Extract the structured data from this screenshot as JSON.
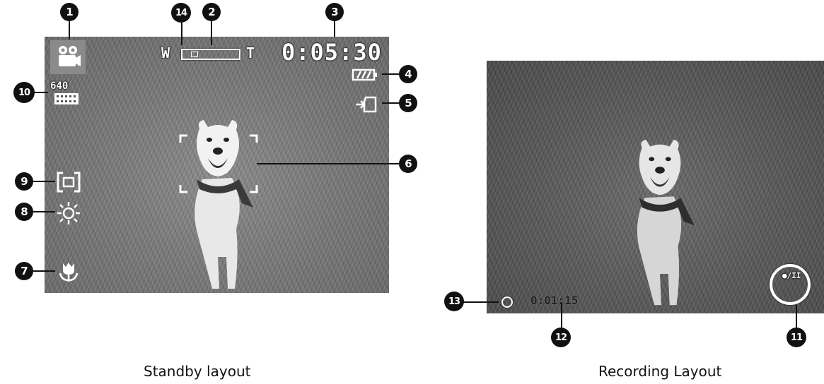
{
  "standby": {
    "caption": "Standby layout",
    "zoom": {
      "wide_label": "W",
      "tele_label": "T"
    },
    "time_remaining": "0:05:30",
    "resolution_label": "640",
    "icons": {
      "mode": "movie-mode-icon",
      "battery": "battery-icon",
      "storage": "internal-memory-icon",
      "focus": "focus-area-icon",
      "white_balance": "sun-icon",
      "macro": "macro-icon"
    }
  },
  "recording": {
    "caption": "Recording Layout",
    "elapsed_time": "0:01:15",
    "record_pause_label": "●/II"
  },
  "callouts": [
    "1",
    "2",
    "3",
    "4",
    "5",
    "6",
    "7",
    "8",
    "9",
    "10",
    "11",
    "12",
    "13",
    "14"
  ],
  "colors": {
    "callout": "#111111",
    "osd": "#ffffff"
  }
}
